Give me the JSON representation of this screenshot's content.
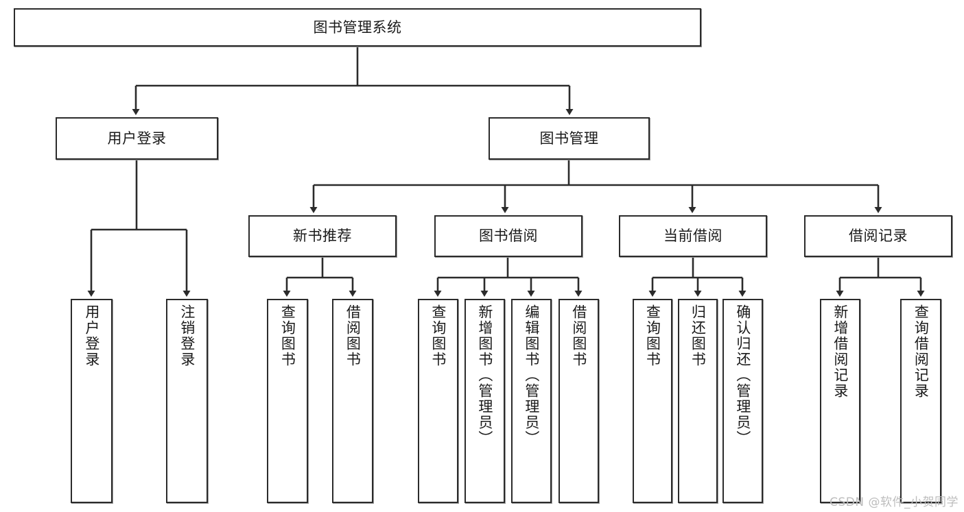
{
  "diagram": {
    "title": "图书管理系统",
    "watermark": "CSDN @软件_小贺同学",
    "line_color": "#2b2b2b",
    "box_fill": "#ffffff",
    "text_color": "#1a1a1a",
    "watermark_color": "#bdbdbd",
    "root": {
      "label": "图书管理系统"
    },
    "level2": [
      {
        "label": "用户登录"
      },
      {
        "label": "图书管理"
      }
    ],
    "level3": [
      {
        "label": "新书推荐"
      },
      {
        "label": "图书借阅"
      },
      {
        "label": "当前借阅"
      },
      {
        "label": "借阅记录"
      }
    ],
    "leaves": {
      "user_login": [
        {
          "label": "用户登录"
        },
        {
          "label": "注销登录"
        }
      ],
      "new_book_recommend": [
        {
          "label": "查询图书"
        },
        {
          "label": "借阅图书"
        }
      ],
      "book_borrow": [
        {
          "label": "查询图书"
        },
        {
          "label": "新增图书（管理员）"
        },
        {
          "label": "编辑图书（管理员）"
        },
        {
          "label": "借阅图书"
        }
      ],
      "current_borrow": [
        {
          "label": "查询图书"
        },
        {
          "label": "归还图书"
        },
        {
          "label": "确认归还（管理员）"
        }
      ],
      "borrow_record": [
        {
          "label": "新增借阅记录"
        },
        {
          "label": "查询借阅记录"
        }
      ]
    }
  }
}
